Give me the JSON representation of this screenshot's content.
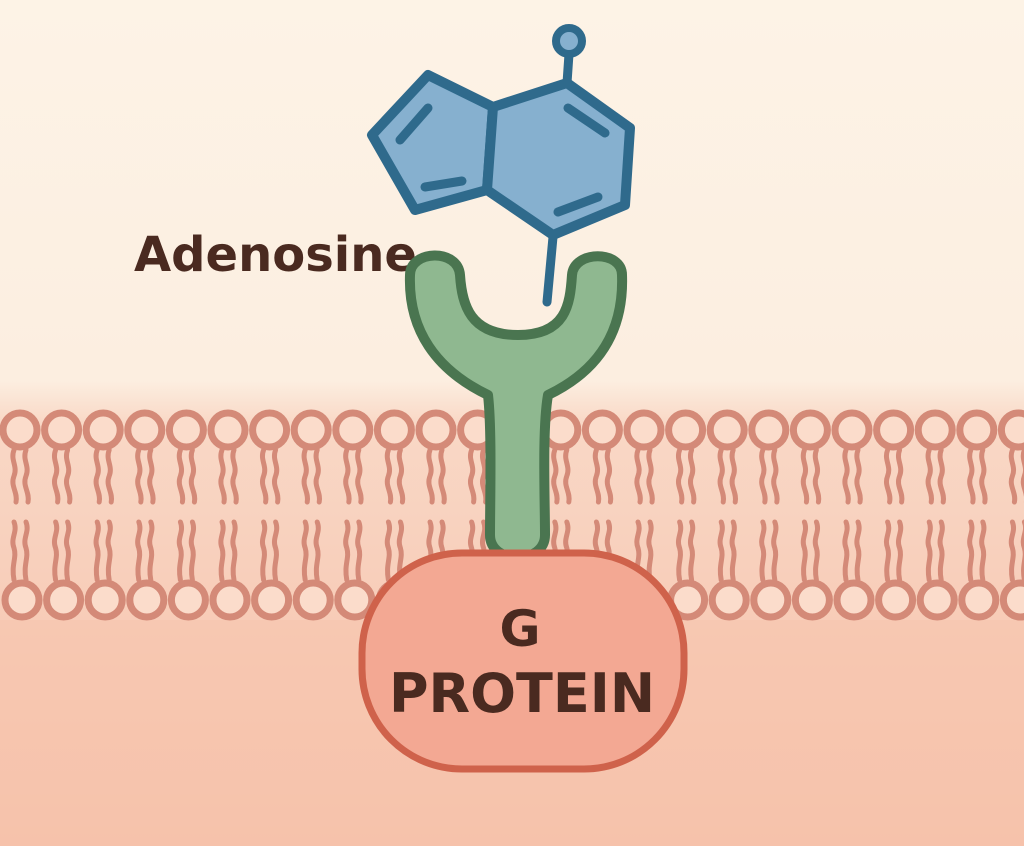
{
  "labels": {
    "ligand": "Adenosine",
    "protein_line1": "G",
    "protein_line2": "PROTEIN"
  },
  "colors": {
    "background_top": "#fdf1e3",
    "membrane": "#f9d6c4",
    "cytoplasm": "#f6c4ae",
    "lipid": "#d48a78",
    "molecule_fill": "#86b0cf",
    "molecule_stroke": "#2f6a8c",
    "receptor_fill": "#8fb890",
    "receptor_stroke": "#4a7550",
    "gprotein_fill": "#f3a893",
    "gprotein_stroke": "#cf624b",
    "text": "#4a2a20"
  }
}
